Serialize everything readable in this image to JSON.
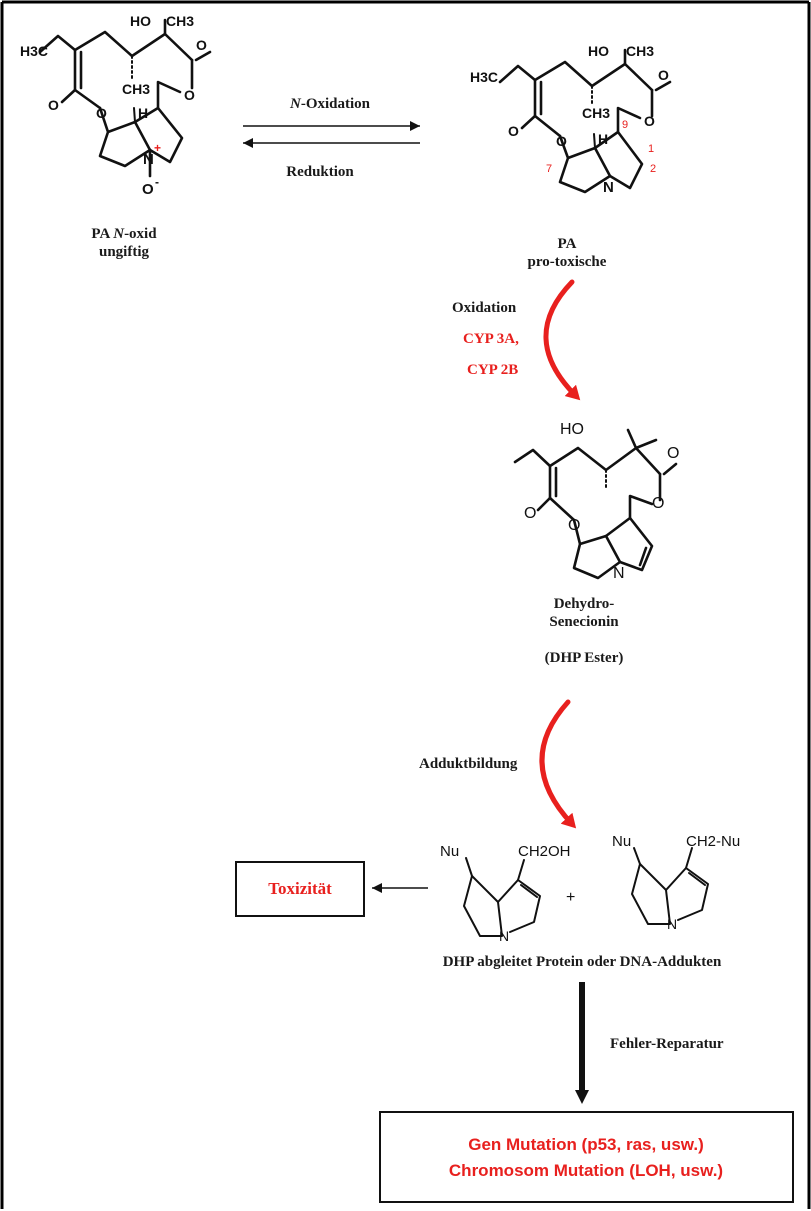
{
  "arrows": {
    "forward_prefix": "N",
    "forward_label": "-Oxidation",
    "backward_label": "Reduktion"
  },
  "molecules": {
    "pa_n_oxide": {
      "caption_prefix": "PA ",
      "caption_italic": "N",
      "caption_suffix": "-oxid",
      "caption_line2": "ungiftig",
      "atoms": {
        "h3c": "H3C",
        "ho": "HO",
        "ch3a": "CH3",
        "ch3b": "CH3",
        "o_carbonyl_left": "O",
        "o_ester_left": "O",
        "o_carbonyl_right": "O",
        "o_ester_right": "O",
        "h": "H",
        "n": "N",
        "plus": "+",
        "o_minus": "O",
        "minus": "-"
      }
    },
    "pa": {
      "caption_line1": "PA",
      "caption_line2": "pro-toxische",
      "atoms": {
        "h3c": "H3C",
        "ho": "HO",
        "ch3a": "CH3",
        "ch3b": "CH3",
        "o_carbonyl_left": "O",
        "o_ester_left": "O",
        "o_carbonyl_right": "O",
        "o_ester_right": "O",
        "h": "H",
        "n": "N"
      },
      "locants": {
        "c7": "7",
        "c1": "1",
        "c2": "2",
        "c9": "9"
      }
    },
    "dehydro": {
      "caption_line1": "Dehydro-",
      "caption_line2": "Senecionin",
      "caption_line3": "(DHP Ester)",
      "atoms": {
        "ho": "HO",
        "o_carbonyl_left": "O",
        "o_ester_left": "O",
        "o_carbonyl_right": "O",
        "o_ester_right": "O",
        "n": "N"
      }
    },
    "adduct_1": {
      "nu": "Nu",
      "ch2oh": "CH2OH",
      "n": "N"
    },
    "adduct_2": {
      "nu": "Nu",
      "ch2nu": "CH2-Nu",
      "n": "N"
    },
    "plus": "+"
  },
  "steps": {
    "oxidation": {
      "label": "Oxidation",
      "enzyme1": "CYP 3A,",
      "enzyme2": "CYP 2B"
    },
    "adduct": {
      "label": "Adduktbildung"
    },
    "adduct_caption": "DHP abgleitet Protein oder DNA-Addukten",
    "repair": {
      "label": "Fehler-Reparatur"
    }
  },
  "boxes": {
    "toxicity": "Toxizität",
    "mutation_line1": "Gen Mutation (p53, ras, usw.)",
    "mutation_line2": "Chromosom Mutation (LOH, usw.)"
  },
  "colors": {
    "accent_red": "#e8201e",
    "ink": "#111111",
    "frame": "#000000"
  }
}
